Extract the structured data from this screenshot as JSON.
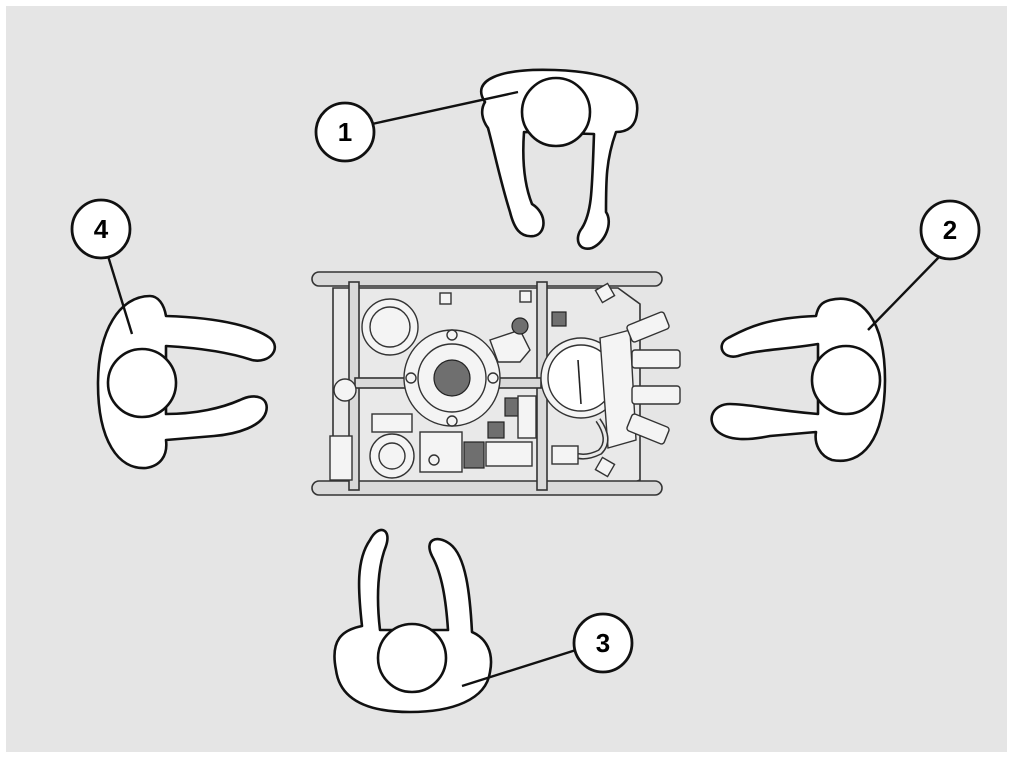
{
  "diagram": {
    "background_color": "#e5e5e5",
    "frame_color": "#ffffff",
    "equipment": {
      "name_icon": "hydraulic-power-unit-top-view-icon"
    },
    "operator_icon": "person-top-view-icon",
    "callouts": [
      {
        "number": "1",
        "position_word": "top"
      },
      {
        "number": "2",
        "position_word": "right"
      },
      {
        "number": "3",
        "position_word": "bottom"
      },
      {
        "number": "4",
        "position_word": "left"
      }
    ]
  }
}
